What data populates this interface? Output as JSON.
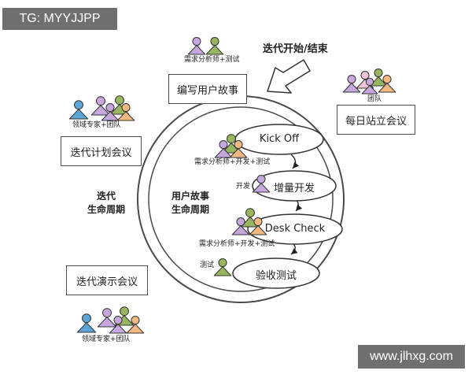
{
  "watermark_top": "TG: MYYJJPP",
  "watermark_bottom": "www.jlhxg.com",
  "arrow_label": "迭代开始/结束",
  "outer_cycle": {
    "title_line1": "迭代",
    "title_line2": "生命周期"
  },
  "inner_cycle": {
    "title_line1": "用户故事",
    "title_line2": "生命周期"
  },
  "boxes": {
    "write_story": "编写用户故事",
    "daily_standup": "每日站立会议",
    "iteration_planning": "迭代计划会议",
    "iteration_demo": "迭代演示会议"
  },
  "people_labels": {
    "write_story": "需求分析师+测试",
    "standup": "团队",
    "planning": "领域专家+团队",
    "demo": "领域专家+团队",
    "kickoff": "需求分析师+开发+测试",
    "dev": "开发",
    "deskcheck": "需求分析师+开发+测试",
    "test": "测试"
  },
  "steps": {
    "kickoff": "Kick Off",
    "dev": "增量开发",
    "deskcheck": "Desk Check",
    "acceptance": "验收测试"
  },
  "colors": {
    "blue": "#5aa5d6",
    "purple": "#c6a8dc",
    "green": "#98b65f",
    "orange": "#f3b980",
    "pink": "#f0c4d8"
  }
}
